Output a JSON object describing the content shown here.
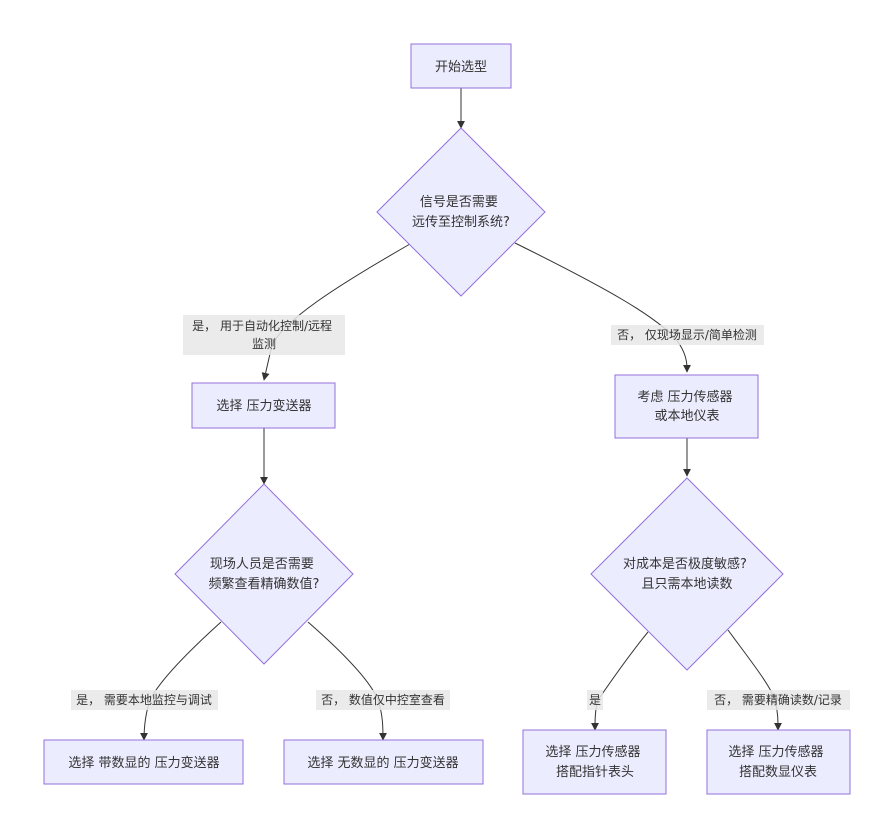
{
  "nodes": {
    "start": [
      "开始选型"
    ],
    "q_remote": [
      "信号是否需要",
      "远传至控制系统?"
    ],
    "transmitter": [
      "选择 压力变送器"
    ],
    "gauge_or_sensor": [
      "考虑 压力传感器",
      "或本地仪表"
    ],
    "q_local_view": [
      "现场人员是否需要",
      "频繁查看精确数值?"
    ],
    "q_cost": [
      "对成本是否极度敏感?",
      "且只需本地读数"
    ],
    "with_display": [
      "选择 带数显的 压力变送器"
    ],
    "without_display": [
      "选择 无数显的 压力变送器"
    ],
    "sensor_needle": [
      "选择 压力传感器",
      "搭配指针表头"
    ],
    "sensor_digital": [
      "选择 压力传感器",
      "搭配数显仪表"
    ]
  },
  "edge_labels": {
    "yes_remote": [
      "是， 用于自动化控制/远程",
      "监测"
    ],
    "no_remote": [
      "否， 仅现场显示/简单检测"
    ],
    "yes_local": [
      "是， 需要本地监控与调试"
    ],
    "no_local": [
      "否， 数值仅中控室查看"
    ],
    "yes_cost": [
      "是"
    ],
    "no_cost": [
      "否， 需要精确读数/记录"
    ]
  },
  "colors": {
    "node_fill": "#ECECFF",
    "node_stroke": "#9370DB",
    "edge": "#333333",
    "label_bg": "#E8E8E8"
  }
}
